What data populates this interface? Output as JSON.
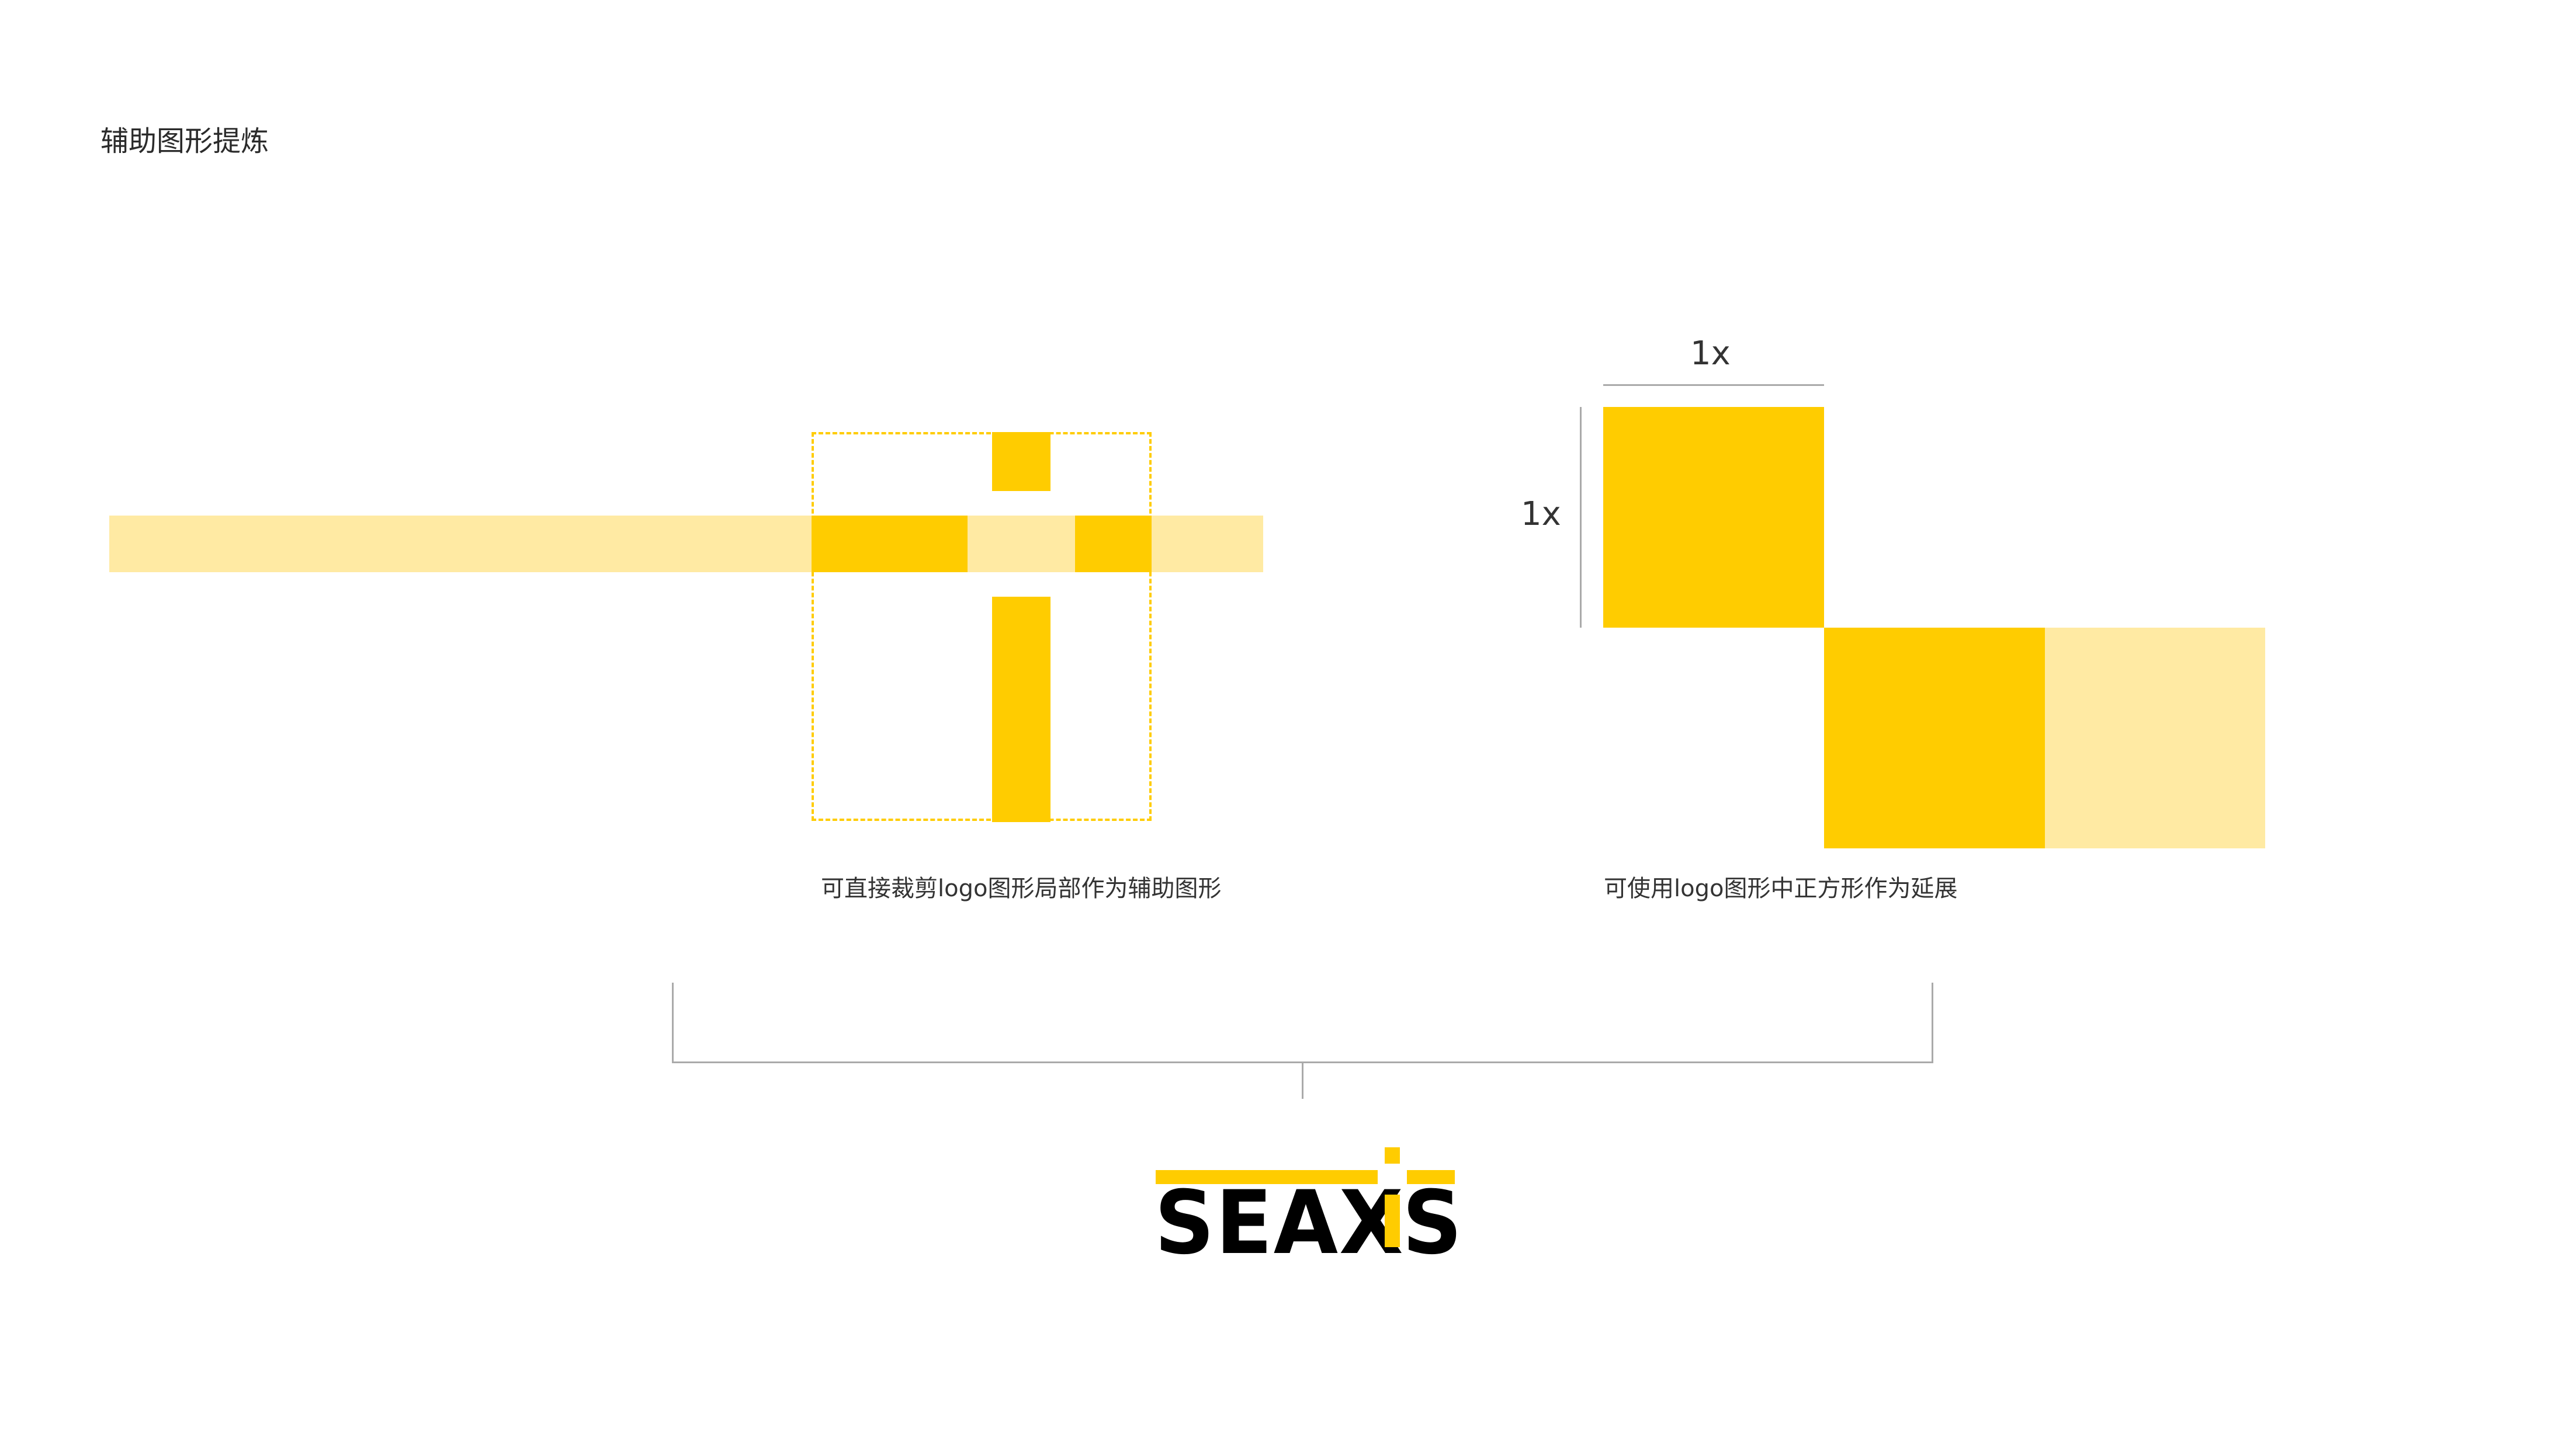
{
  "page": {
    "title": "辅助图形提炼"
  },
  "left_panel": {
    "caption": "可直接裁剪logo图形局部作为辅助图形"
  },
  "right_panel": {
    "caption": "可使用logo图形中正方形作为延展",
    "width_label": "1x",
    "height_label": "1x"
  },
  "logo": {
    "text_before": "SEAX",
    "text_i": "I",
    "text_after": "S",
    "accent_color": "#ffcc00",
    "text_color": "#000000"
  },
  "colors": {
    "primary_yellow": "#ffcc00",
    "light_yellow": "#ffeaa3",
    "guide_gray": "#aaaaaa"
  }
}
